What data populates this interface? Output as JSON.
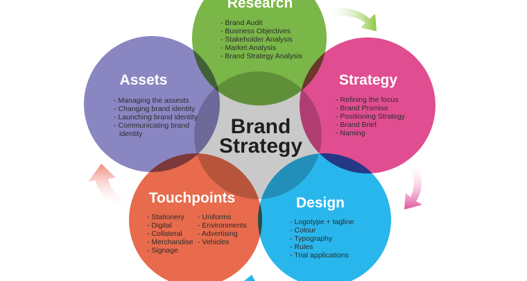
{
  "center": {
    "line1": "Brand",
    "line2": "Strategy"
  },
  "colors": {
    "research": "#7ab648",
    "strategy": "#e04e91",
    "design": "#29b6ec",
    "touchpoints": "#e76b4c",
    "assets": "#8a86c2",
    "center_fill": "#c9c9c9",
    "arrow_green": "#8cc63f",
    "arrow_pink": "#e2519a",
    "arrow_salmon": "#f0897a",
    "arrow_blue": "#29b6ec"
  },
  "circles": {
    "research": {
      "title": "Research",
      "items": [
        "- Brand Audit",
        "- Business Objectives",
        "- Stakeholder Analysis",
        "- Market Analysis",
        "- Brand Strategy Analysis"
      ]
    },
    "strategy": {
      "title": "Strategy",
      "items": [
        "- Refining the focus",
        "- Brand Promise",
        "- Positioning Strategy",
        "- Brand Brief",
        "- Naming"
      ]
    },
    "design": {
      "title": "Design",
      "items": [
        "- Logotype + tagline",
        "- Colour",
        "- Typography",
        "- Rules",
        "- Trial applications"
      ]
    },
    "touchpoints": {
      "title": "Touchpoints",
      "col1": [
        "- Stationery",
        "- Digital",
        "- Collateral",
        "- Merchandise",
        "- Signage"
      ],
      "col2": [
        "- Uniforms",
        "- Environments",
        "- Advertising",
        "- Vehicles"
      ]
    },
    "assets": {
      "title": "Assets",
      "items": [
        "- Managing the assests",
        "- Changing brand identity",
        "- Launching brand identity",
        "- Communicating brand",
        "identity"
      ]
    }
  }
}
